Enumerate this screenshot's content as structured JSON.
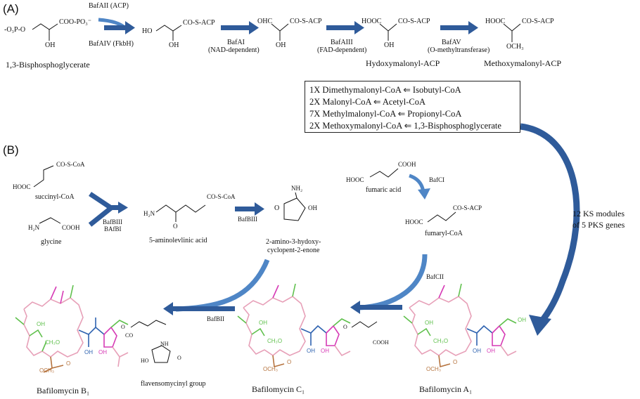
{
  "sections": {
    "a": "(A)",
    "b": "(B)"
  },
  "panel_a": {
    "bpg_left": "-O₃P-O",
    "bpg_right": "COO-PO₃⁻",
    "bpg_oh": "OH",
    "bpg_name": "1,3-Bisphosphoglycerate",
    "enzyme1_top": "BafAII (ACP)",
    "enzyme1_bottom": "BafAIV (FkbH)",
    "s2_left": "HO",
    "s2_right": "CO-S-ACP",
    "s2_oh": "OH",
    "enzyme2": "BafAI",
    "enzyme2_note": "(NAD-dependent)",
    "s3_left": "OHC",
    "s3_right": "CO-S-ACP",
    "s3_oh": "OH",
    "enzyme3": "BafAIII",
    "enzyme3_note": "(FAD-dependent)",
    "s4_left": "HOOC",
    "s4_right": "CO-S-ACP",
    "s4_oh": "OH",
    "s4_name": "Hydoxymalonyl-ACP",
    "enzyme4": "BafAV",
    "enzyme4_note": "(O-methyltransferase)",
    "s5_left": "HOOC",
    "s5_right": "CO-S-ACP",
    "s5_och3": "OCH₃",
    "s5_name": "Methoxymalonyl-ACP"
  },
  "precursor_box": [
    "1X Dimethymalonyl-CoA ⇐ Isobutyl-CoA",
    "2X Malonyl-CoA ⇐ Acetyl-CoA",
    "7X Methylmalonyl-CoA ⇐  Propionyl-CoA",
    "2X Methoxymalonyl-CoA ⇐ 1,3-Bisphosphoglycerate"
  ],
  "ks_label": [
    "12 KS modules",
    "of 5 PKS genes"
  ],
  "panel_b": {
    "succinyl_coa_group": "CO-S-CoA",
    "succinyl_coa_hooc": "HOOC",
    "succinyl_coa_name": "succinyl-CoA",
    "glycine_h2n": "H₂N",
    "glycine_cooh": "COOH",
    "glycine_name": "glycine",
    "enzyme_bafbiii_1": "BafBIII",
    "enzyme_bafbi": "BAfBI",
    "ala_group": "CO-S-CoA",
    "ala_h2n": "H₂N",
    "ala_o": "O",
    "ala_name": "5-aminolevlinic acid",
    "enzyme_bafbiii_2": "BafBIII",
    "ahc_nh2": "NH₂",
    "ahc_o": "O",
    "ahc_oh": "OH",
    "ahc_name_1": "2-amino-3-hydoxy-",
    "ahc_name_2": "cyclopent-2-enone",
    "fumaric_cooh": "COOH",
    "fumaric_hooc": "HOOC",
    "fumaric_name": "fumaric acid",
    "enzyme_bafci": "BafCI",
    "fumaryl_group": "CO-S-ACP",
    "fumaryl_hooc": "HOOC",
    "fumaryl_name": "fumaryl-CoA",
    "enzyme_bafcii": "BafCII",
    "enzyme_bafbii": "BafBII",
    "struct_oh": "OH",
    "struct_ch3o": "CH₃O",
    "struct_och3": "OCH₃",
    "struct_o": "O",
    "struct_oh_ring": "OH",
    "struct_oh_hemi": "OH",
    "b1_ester_o": "O",
    "b1_amide_co": "CO",
    "b1_nh": "NH",
    "b1_ho": "HO",
    "b1_o": "O",
    "c1_ester_o": "O",
    "c1_cooh": "COOH",
    "flav_group": "flavensomycinyl group",
    "baf_b1": "Bafilomycin B₁",
    "baf_c1": "Bafilomycin C₁",
    "baf_a1": "Bafilomycin A₁"
  },
  "colors": {
    "arrow_dark": "#2f5b9a",
    "arrow_light": "#4f86c6",
    "pink_chain": "#e7a0b8",
    "magenta": "#d63ab5",
    "green": "#5fc04c",
    "blue": "#2f63b0",
    "brown": "#b6743f",
    "grey": "#555555"
  }
}
